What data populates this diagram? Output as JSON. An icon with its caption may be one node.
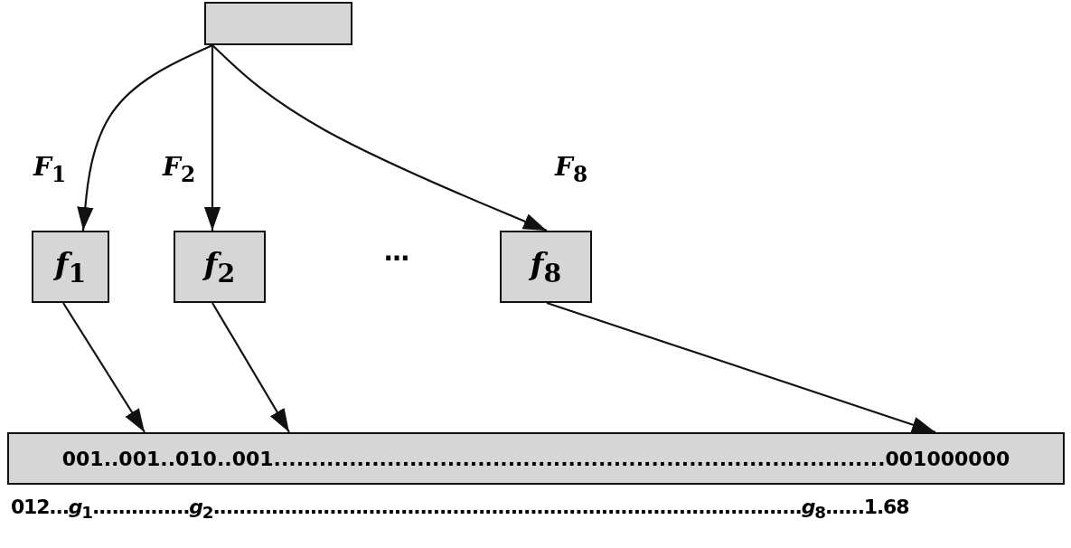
{
  "diagram": {
    "nodes": [
      {
        "text": [],
        "shape": "box"
      },
      {
        "text": [
          "*f*$_{1}$"
        ]
      },
      {
        "text": [
          "*f*$_{2}$"
        ]
      },
      {
        "text": [
          "*f*$_{8}$"
        ]
      },
      {
        "text": [
          "001..001..010..001.................................................................................001000000"
        ]
      }
    ],
    "edges": [
      {
        "from": 0,
        "to": 1,
        "arrow": "to",
        "label": "*F*$_{1}$"
      },
      {
        "from": 0,
        "to": 2,
        "arrow": "to",
        "label": "*F*$_{2}$"
      },
      {
        "from": 0,
        "to": 3,
        "arrow": "to",
        "label": "*F*$_{8}$"
      },
      {
        "from": 1,
        "to": 4,
        "arrow": "to"
      },
      {
        "from": 2,
        "to": 4,
        "arrow": "to"
      },
      {
        "from": 3,
        "to": 4,
        "arrow": "to"
      }
    ],
    "labels": [
      "…",
      "012...*g*$_{1}$...............*g*$_{2}$...........................................................................................*g*$_{8}$......1.68"
    ]
  }
}
